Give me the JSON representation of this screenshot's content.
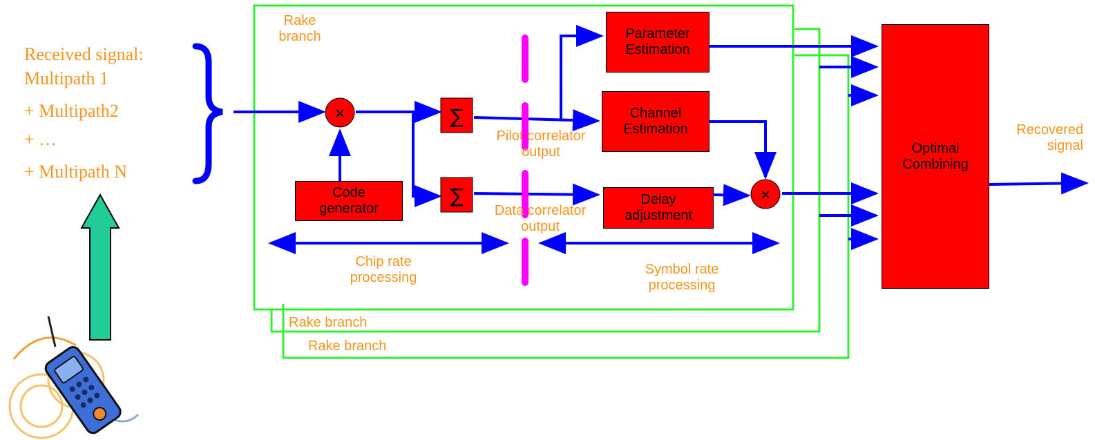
{
  "received_signal": {
    "title": "Received signal:",
    "lines": [
      "Multipath 1",
      "+ Multipath2",
      "+ …",
      "+ Multipath N"
    ]
  },
  "rake": {
    "main_label": "Rake\nbranch",
    "branch2_label": "Rake branch",
    "branch3_label": "Rake branch"
  },
  "blocks": {
    "code_generator": "Code\ngenerator",
    "parameter_estimation": "Parameter\nEstimation",
    "channel_estimation": "Channel\nEstimation",
    "delay_adjustment": "Delay\nadjustment",
    "optimal_combining": "Optimal\nCombining"
  },
  "symbols": {
    "multiplier": "×",
    "summation": "∑"
  },
  "annotations": {
    "pilot_correlator": "Pilot correlator\noutput",
    "data_correlator": "Data correlator\noutput",
    "chip_rate": "Chip rate\nprocessing",
    "symbol_rate": "Symbol rate\nprocessing",
    "recovered_signal": "Recovered\nsignal"
  },
  "colors": {
    "arrow": "#0000FF",
    "block": "#FF0000",
    "text": "#F7941D",
    "rake_frame": "#33EE33",
    "divider": "#FF00FF",
    "up_arrow": "#22CC99"
  },
  "icons": [
    "mobile-phone-icon"
  ]
}
